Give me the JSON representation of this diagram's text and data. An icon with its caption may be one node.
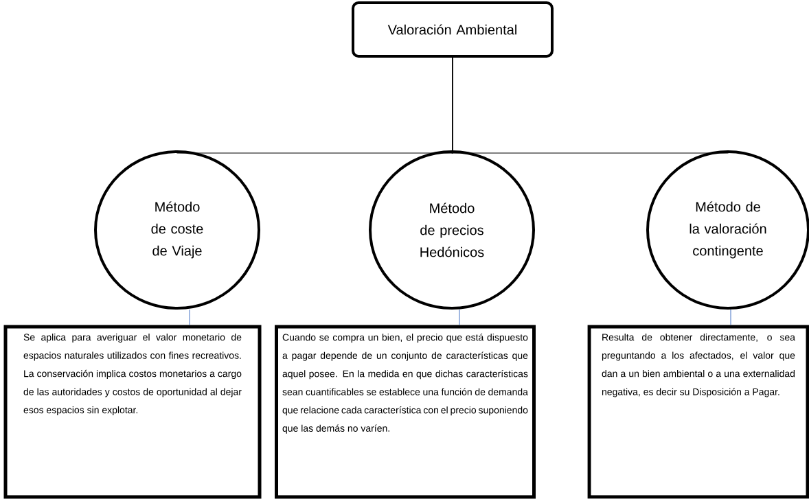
{
  "diagram": {
    "nodes": [
      {
        "text": [
          "Valoración Ambiental"
        ]
      },
      {
        "text": [
          "Método de coste de Viaje"
        ]
      },
      {
        "text": [
          "Método de precios Hedónicos"
        ]
      },
      {
        "text": [
          "Método de la valoración contingente"
        ]
      },
      {
        "text": [
          "Se aplica para averiguar el valor monetario de espacios naturales utilizados con fines recreativos. La conservación implica costos monetarios a cargo de las autoridades y costos de oportunidad al dejar esos espacios sin explotar."
        ]
      },
      {
        "text": [
          "Cuando se compra un bien, el precio que está dispuesto a pagar depende de un conjunto de características que aquel posee. En la medida en que dichas características sean cuantificables se establece una función de demanda que relacione cada característica con el precio suponiendo que las demás no varíen."
        ]
      },
      {
        "text": [
          "Resulta de obtener directamente, o sea preguntando a los afectados, el valor que dan a un bien ambiental o a una externalidad negativa, es decir su Disposición a Pagar."
        ]
      }
    ],
    "edges": [
      {
        "from": 0,
        "to": 1,
        "arrow": "none"
      },
      {
        "from": 0,
        "to": 2,
        "arrow": "none"
      },
      {
        "from": 0,
        "to": 3,
        "arrow": "none"
      },
      {
        "from": 1,
        "to": 4,
        "arrow": "none",
        "color": "#4472c4"
      },
      {
        "from": 2,
        "to": 5,
        "arrow": "none",
        "color": "#4472c4"
      },
      {
        "from": 3,
        "to": 6,
        "arrow": "none",
        "color": "#4472c4"
      }
    ]
  }
}
